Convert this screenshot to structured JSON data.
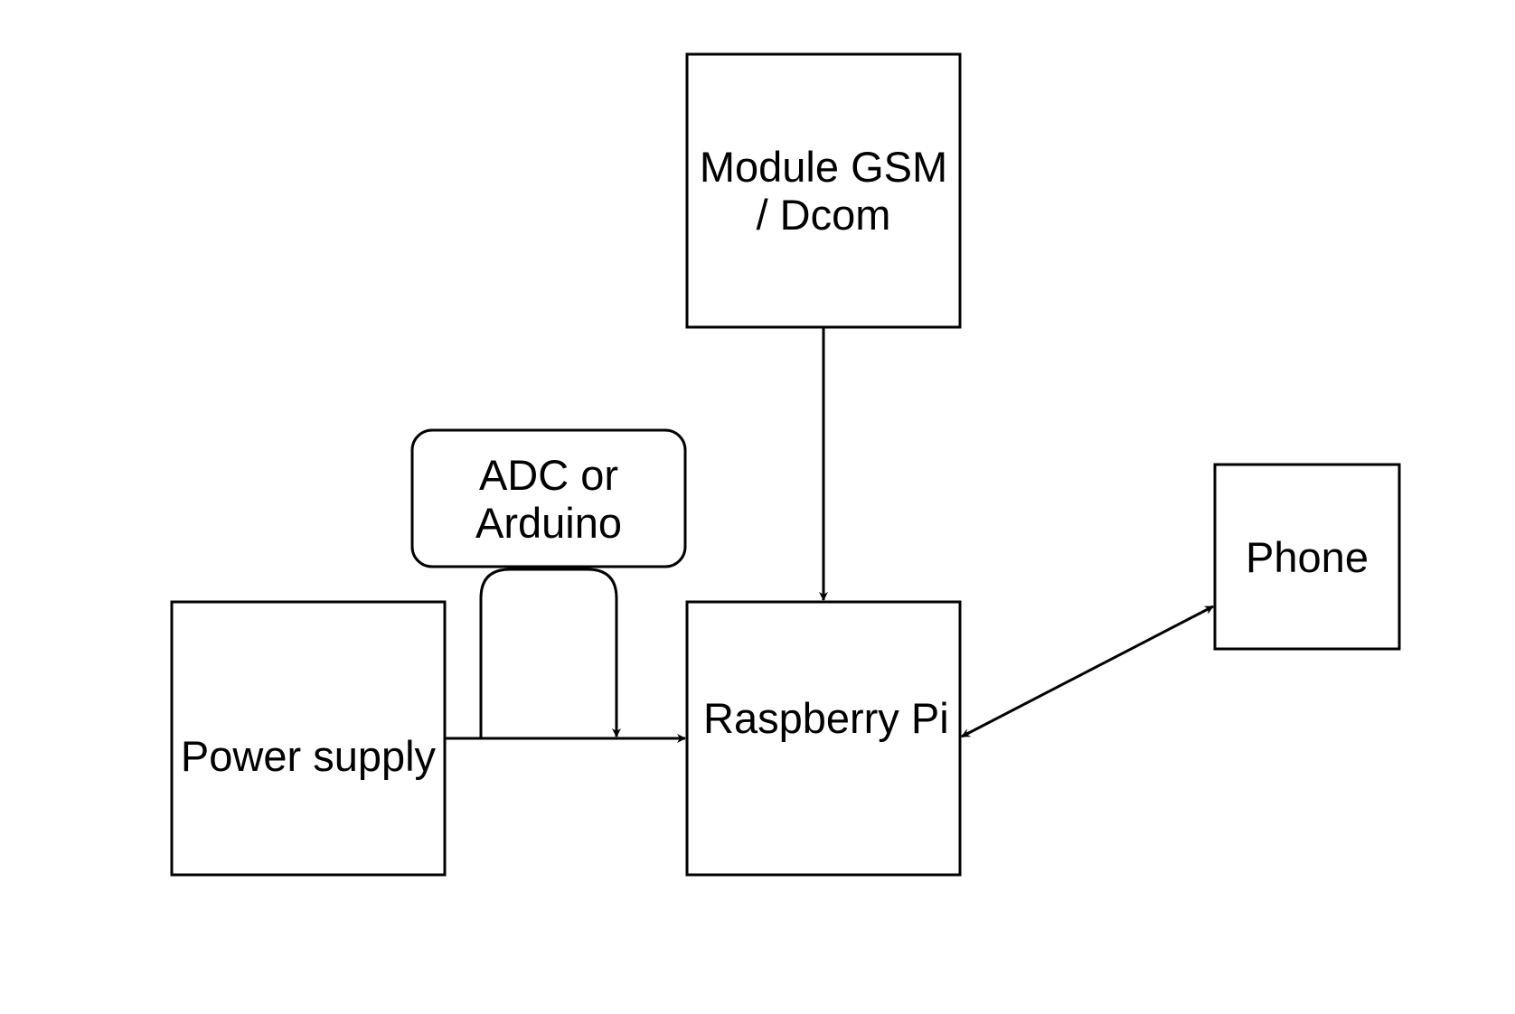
{
  "nodes": {
    "gsm": {
      "label": "Module GSM\n/ Dcom"
    },
    "adc": {
      "label": "ADC or\nArduino"
    },
    "power": {
      "label": "Power supply"
    },
    "pi": {
      "label": "Raspberry Pi"
    },
    "phone": {
      "label": "Phone"
    }
  },
  "edges": [
    {
      "from": "gsm",
      "to": "pi",
      "direction": "forward"
    },
    {
      "from": "power",
      "to": "pi",
      "direction": "forward"
    },
    {
      "from": "power",
      "to": "adc",
      "via": "loop",
      "direction": "none"
    },
    {
      "from": "adc",
      "to": "power-pi-line",
      "direction": "forward"
    },
    {
      "from": "pi",
      "to": "phone",
      "direction": "both"
    }
  ],
  "colors": {
    "stroke": "#000000",
    "background": "#ffffff",
    "text": "#000000"
  }
}
